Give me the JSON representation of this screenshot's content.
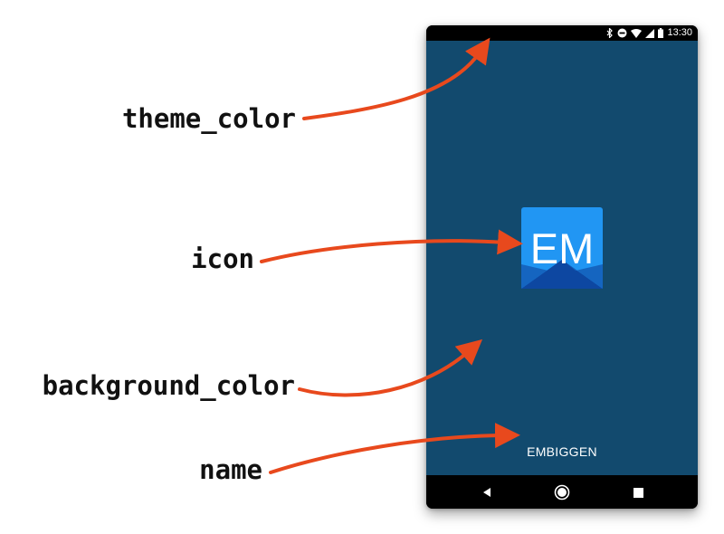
{
  "annotations": [
    {
      "id": "theme",
      "label": "theme_color"
    },
    {
      "id": "icon",
      "label": "icon"
    },
    {
      "id": "bg",
      "label": "background_color"
    },
    {
      "id": "name",
      "label": "name"
    }
  ],
  "phone": {
    "status_bar": {
      "time": "13:30",
      "icons": [
        "bluetooth-icon",
        "do-not-disturb-icon",
        "wifi-icon",
        "signal-icon",
        "battery-icon"
      ]
    },
    "app": {
      "icon_text": "EM",
      "name": "EMBIGGEN"
    },
    "nav_bar": [
      "back-icon",
      "home-icon",
      "recents-icon"
    ]
  },
  "colors": {
    "theme_color": "#000000",
    "background_color": "#124a6e",
    "icon_light": "#2196f3",
    "icon_dark": "#0d47a1",
    "arrow": "#e8491d"
  }
}
